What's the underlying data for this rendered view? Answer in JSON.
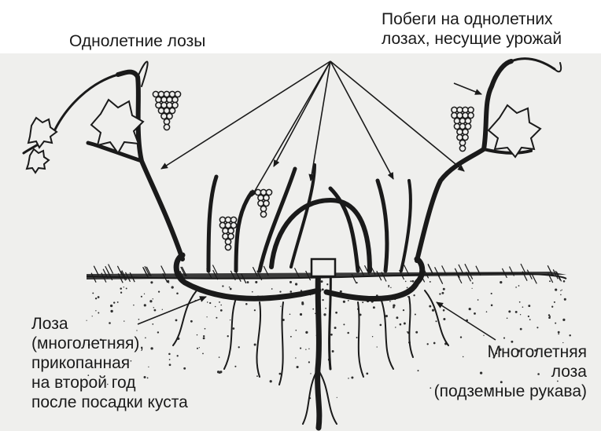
{
  "labels": {
    "annual_vines": "Однолетние лозы",
    "fruiting_shoots": "Побеги на однолетних\nлозах, несущие урожай",
    "buried_vine": "Лоза\n(многолетняя),\nприкопанная\nна второй год\nпосле посадки куста",
    "perennial_vine": "Многолетняя\nлоза\n(подземные рукава)"
  },
  "colors": {
    "background": "#ffffff",
    "illustration_panel": "#efefed",
    "ink": "#1a1a1a",
    "soil_dots": "#2e2e2e"
  }
}
